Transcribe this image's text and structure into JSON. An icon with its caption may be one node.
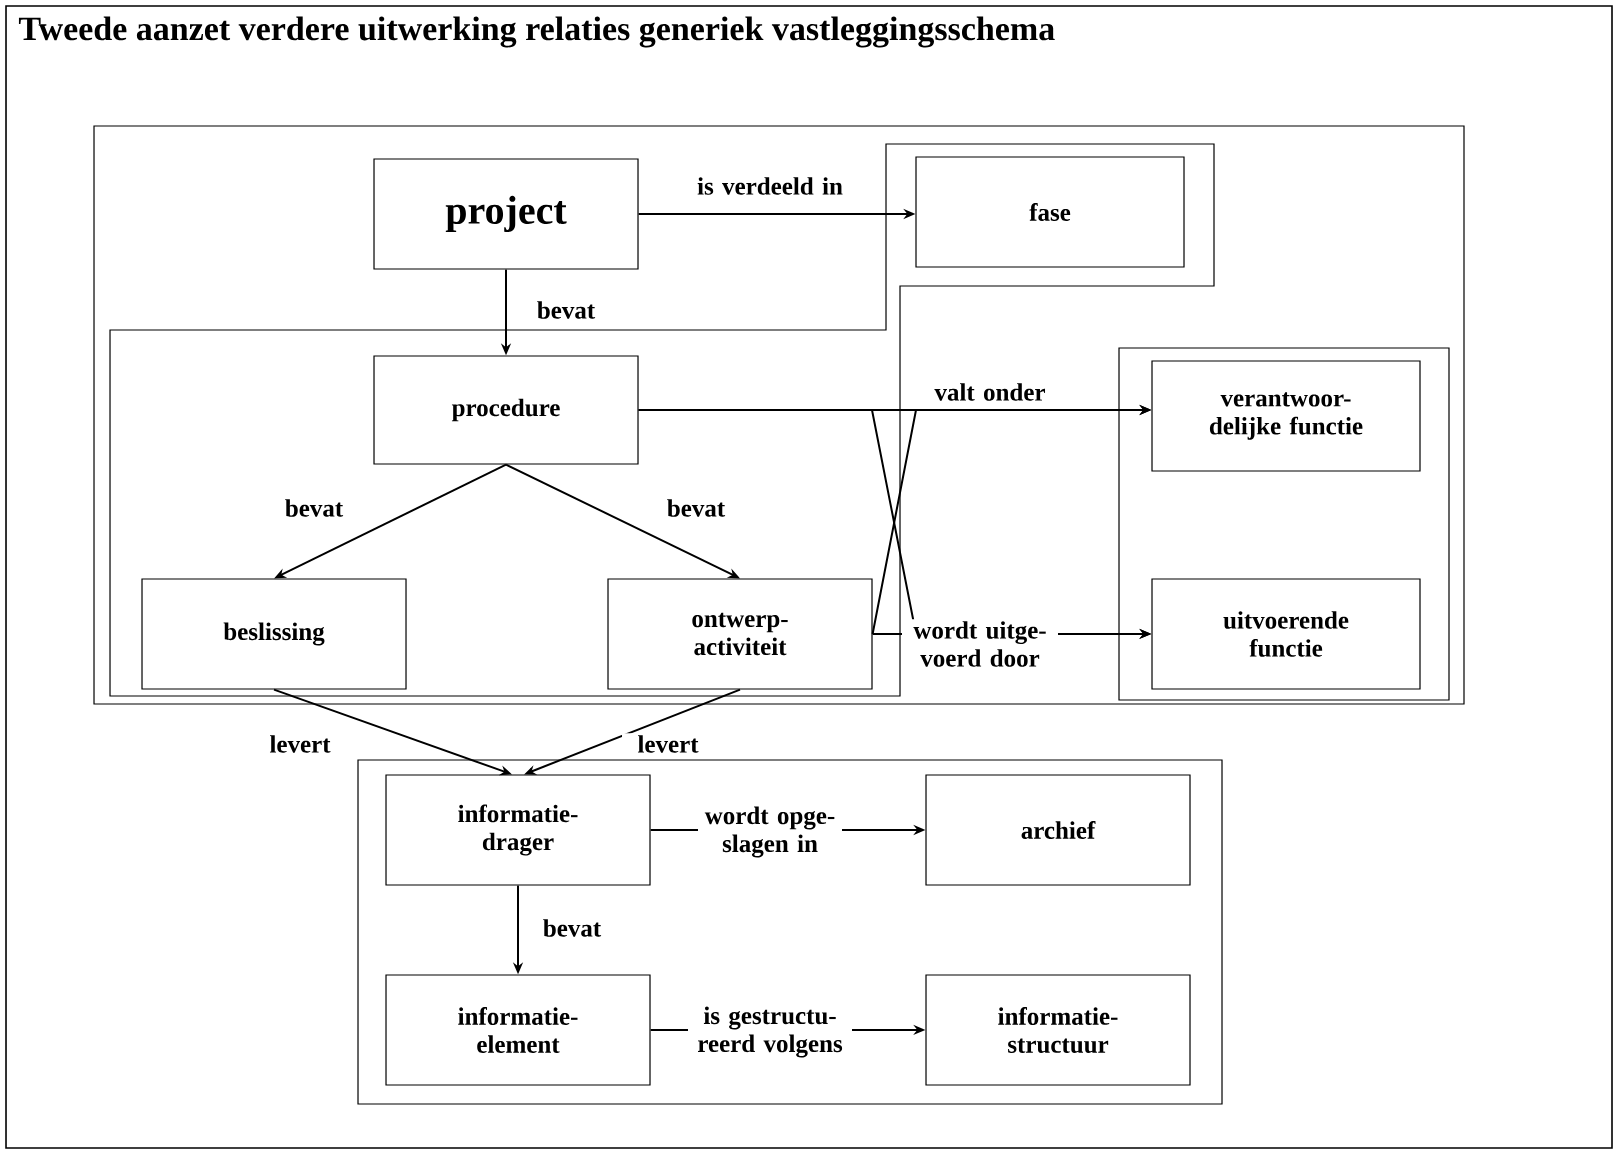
{
  "diagram": {
    "title": "Tweede aanzet verdere uitwerking relaties generiek vastleggingsschema",
    "nodes": [
      {
        "text": [
          "project"
        ]
      },
      {
        "text": [],
        "shape": "box"
      },
      {
        "text": [
          "fase"
        ],
        "in": 1
      },
      {
        "text": [
          "procedure"
        ],
        "in": 1
      },
      {
        "text": [
          "beslissing"
        ],
        "in": 1
      },
      {
        "text": [
          "ontwerp- activiteit"
        ],
        "in": 1
      },
      {
        "text": [],
        "shape": "box"
      },
      {
        "text": [
          "verantwoor- delijke functie"
        ],
        "in": 6
      },
      {
        "text": [
          "uitvoerende functie"
        ],
        "in": 6
      },
      {
        "text": [],
        "shape": "box"
      },
      {
        "text": [
          "informatie- drager"
        ],
        "in": 9
      },
      {
        "text": [
          "archief"
        ],
        "in": 9
      },
      {
        "text": [
          "informatie- element"
        ],
        "in": 9
      },
      {
        "text": [
          "informatie- structuur"
        ],
        "in": 9
      }
    ],
    "edges": [
      {
        "from": 0,
        "to": 2,
        "arrow": "to",
        "label": "is verdeeld in"
      },
      {
        "from": 0,
        "to": 3,
        "arrow": "to",
        "label": "bevat"
      },
      {
        "from": 3,
        "to": 4,
        "arrow": "to",
        "label": "bevat"
      },
      {
        "from": 3,
        "to": 5,
        "arrow": "to",
        "label": "bevat"
      },
      {
        "from": 3,
        "to": 7,
        "arrow": "to",
        "label": "valt onder"
      },
      {
        "from": 5,
        "to": 8,
        "arrow": "to",
        "label": "wordt uitge- voerd door"
      },
      {
        "from": 3,
        "to": 8,
        "arrow": "to"
      },
      {
        "from": 5,
        "to": 7,
        "arrow": "to"
      },
      {
        "from": 4,
        "to": 10,
        "arrow": "to",
        "label": "levert"
      },
      {
        "from": 5,
        "to": 10,
        "arrow": "to",
        "label": "levert"
      },
      {
        "from": 10,
        "to": 11,
        "arrow": "to",
        "label": "wordt opge- slagen in"
      },
      {
        "from": 10,
        "to": 12,
        "arrow": "to",
        "label": "bevat"
      },
      {
        "from": 12,
        "to": 13,
        "arrow": "to",
        "label": "is gestructu- reerd volgens"
      }
    ]
  }
}
